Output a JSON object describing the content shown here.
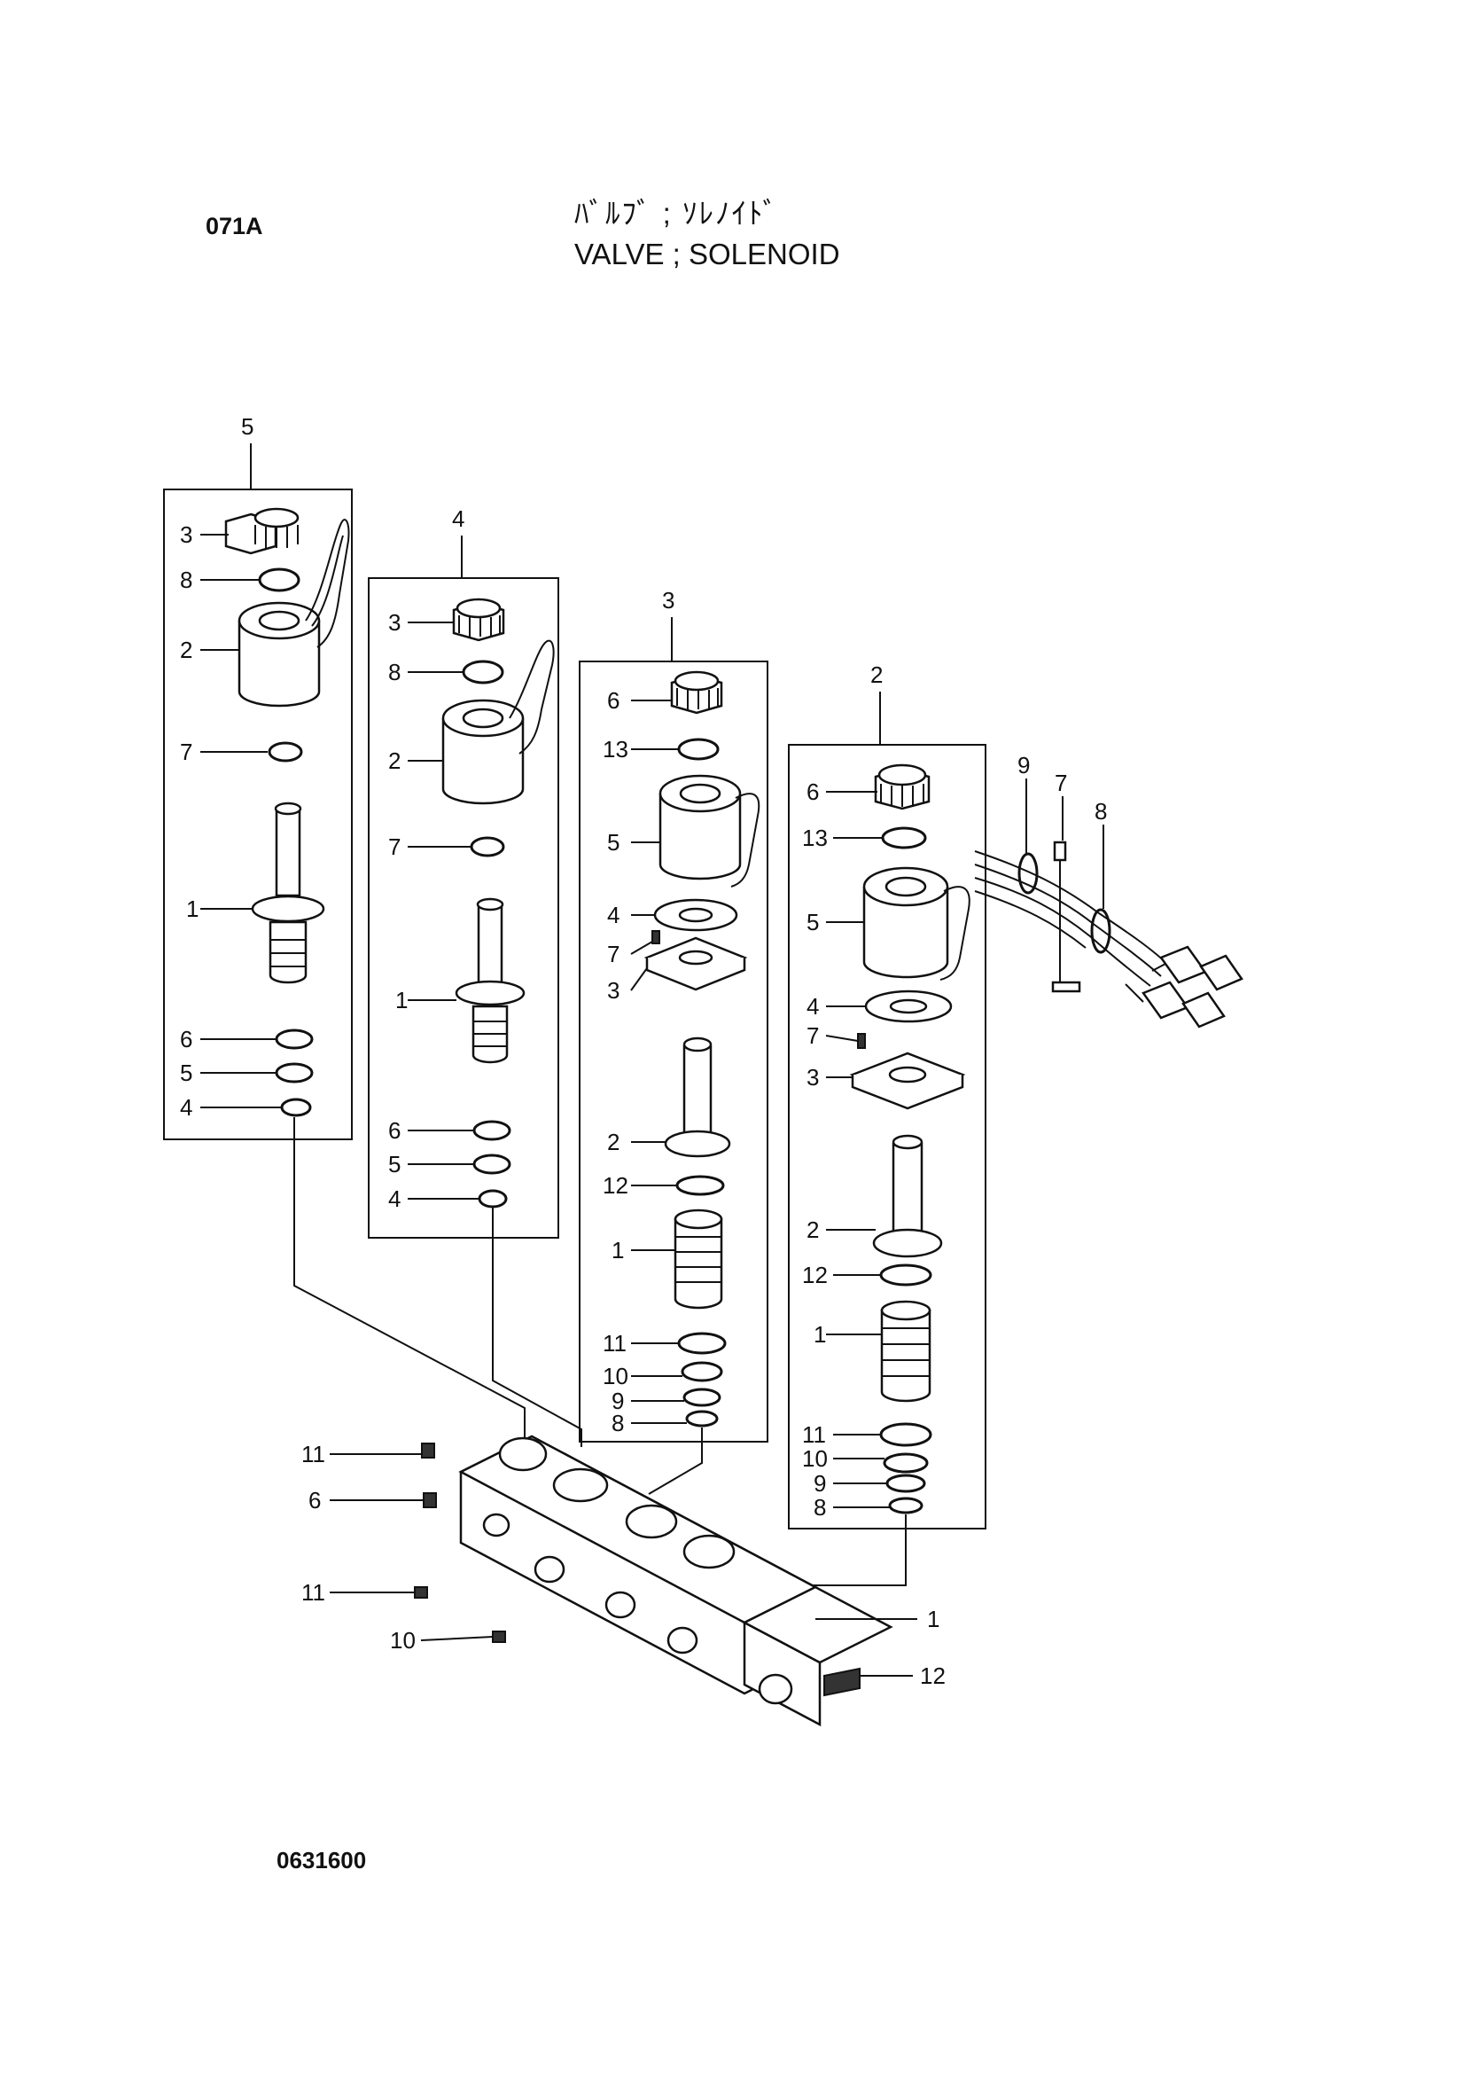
{
  "header": {
    "page_code": "071A",
    "title_jp": "ﾊﾞﾙﾌﾞ ; ｿﾚﾉｲﾄﾞ",
    "title_en": "VALVE ; SOLENOID"
  },
  "footer": {
    "doc_code": "0631600"
  },
  "assemblies": [
    {
      "ref": "5",
      "callouts": [
        "3",
        "8",
        "2",
        "7",
        "1",
        "6",
        "5",
        "4"
      ]
    },
    {
      "ref": "4",
      "callouts": [
        "3",
        "8",
        "2",
        "7",
        "1",
        "6",
        "5",
        "4"
      ]
    },
    {
      "ref": "3",
      "callouts": [
        "6",
        "13",
        "5",
        "4",
        "7",
        "3",
        "2",
        "12",
        "1",
        "11",
        "10",
        "9",
        "8"
      ]
    },
    {
      "ref": "2",
      "callouts": [
        "6",
        "13",
        "5",
        "4",
        "7",
        "3",
        "2",
        "12",
        "1",
        "11",
        "10",
        "9",
        "8"
      ]
    }
  ],
  "harness_callouts": [
    "9",
    "7",
    "8"
  ],
  "body_callouts": [
    "11",
    "6",
    "11",
    "10",
    "1",
    "12"
  ]
}
